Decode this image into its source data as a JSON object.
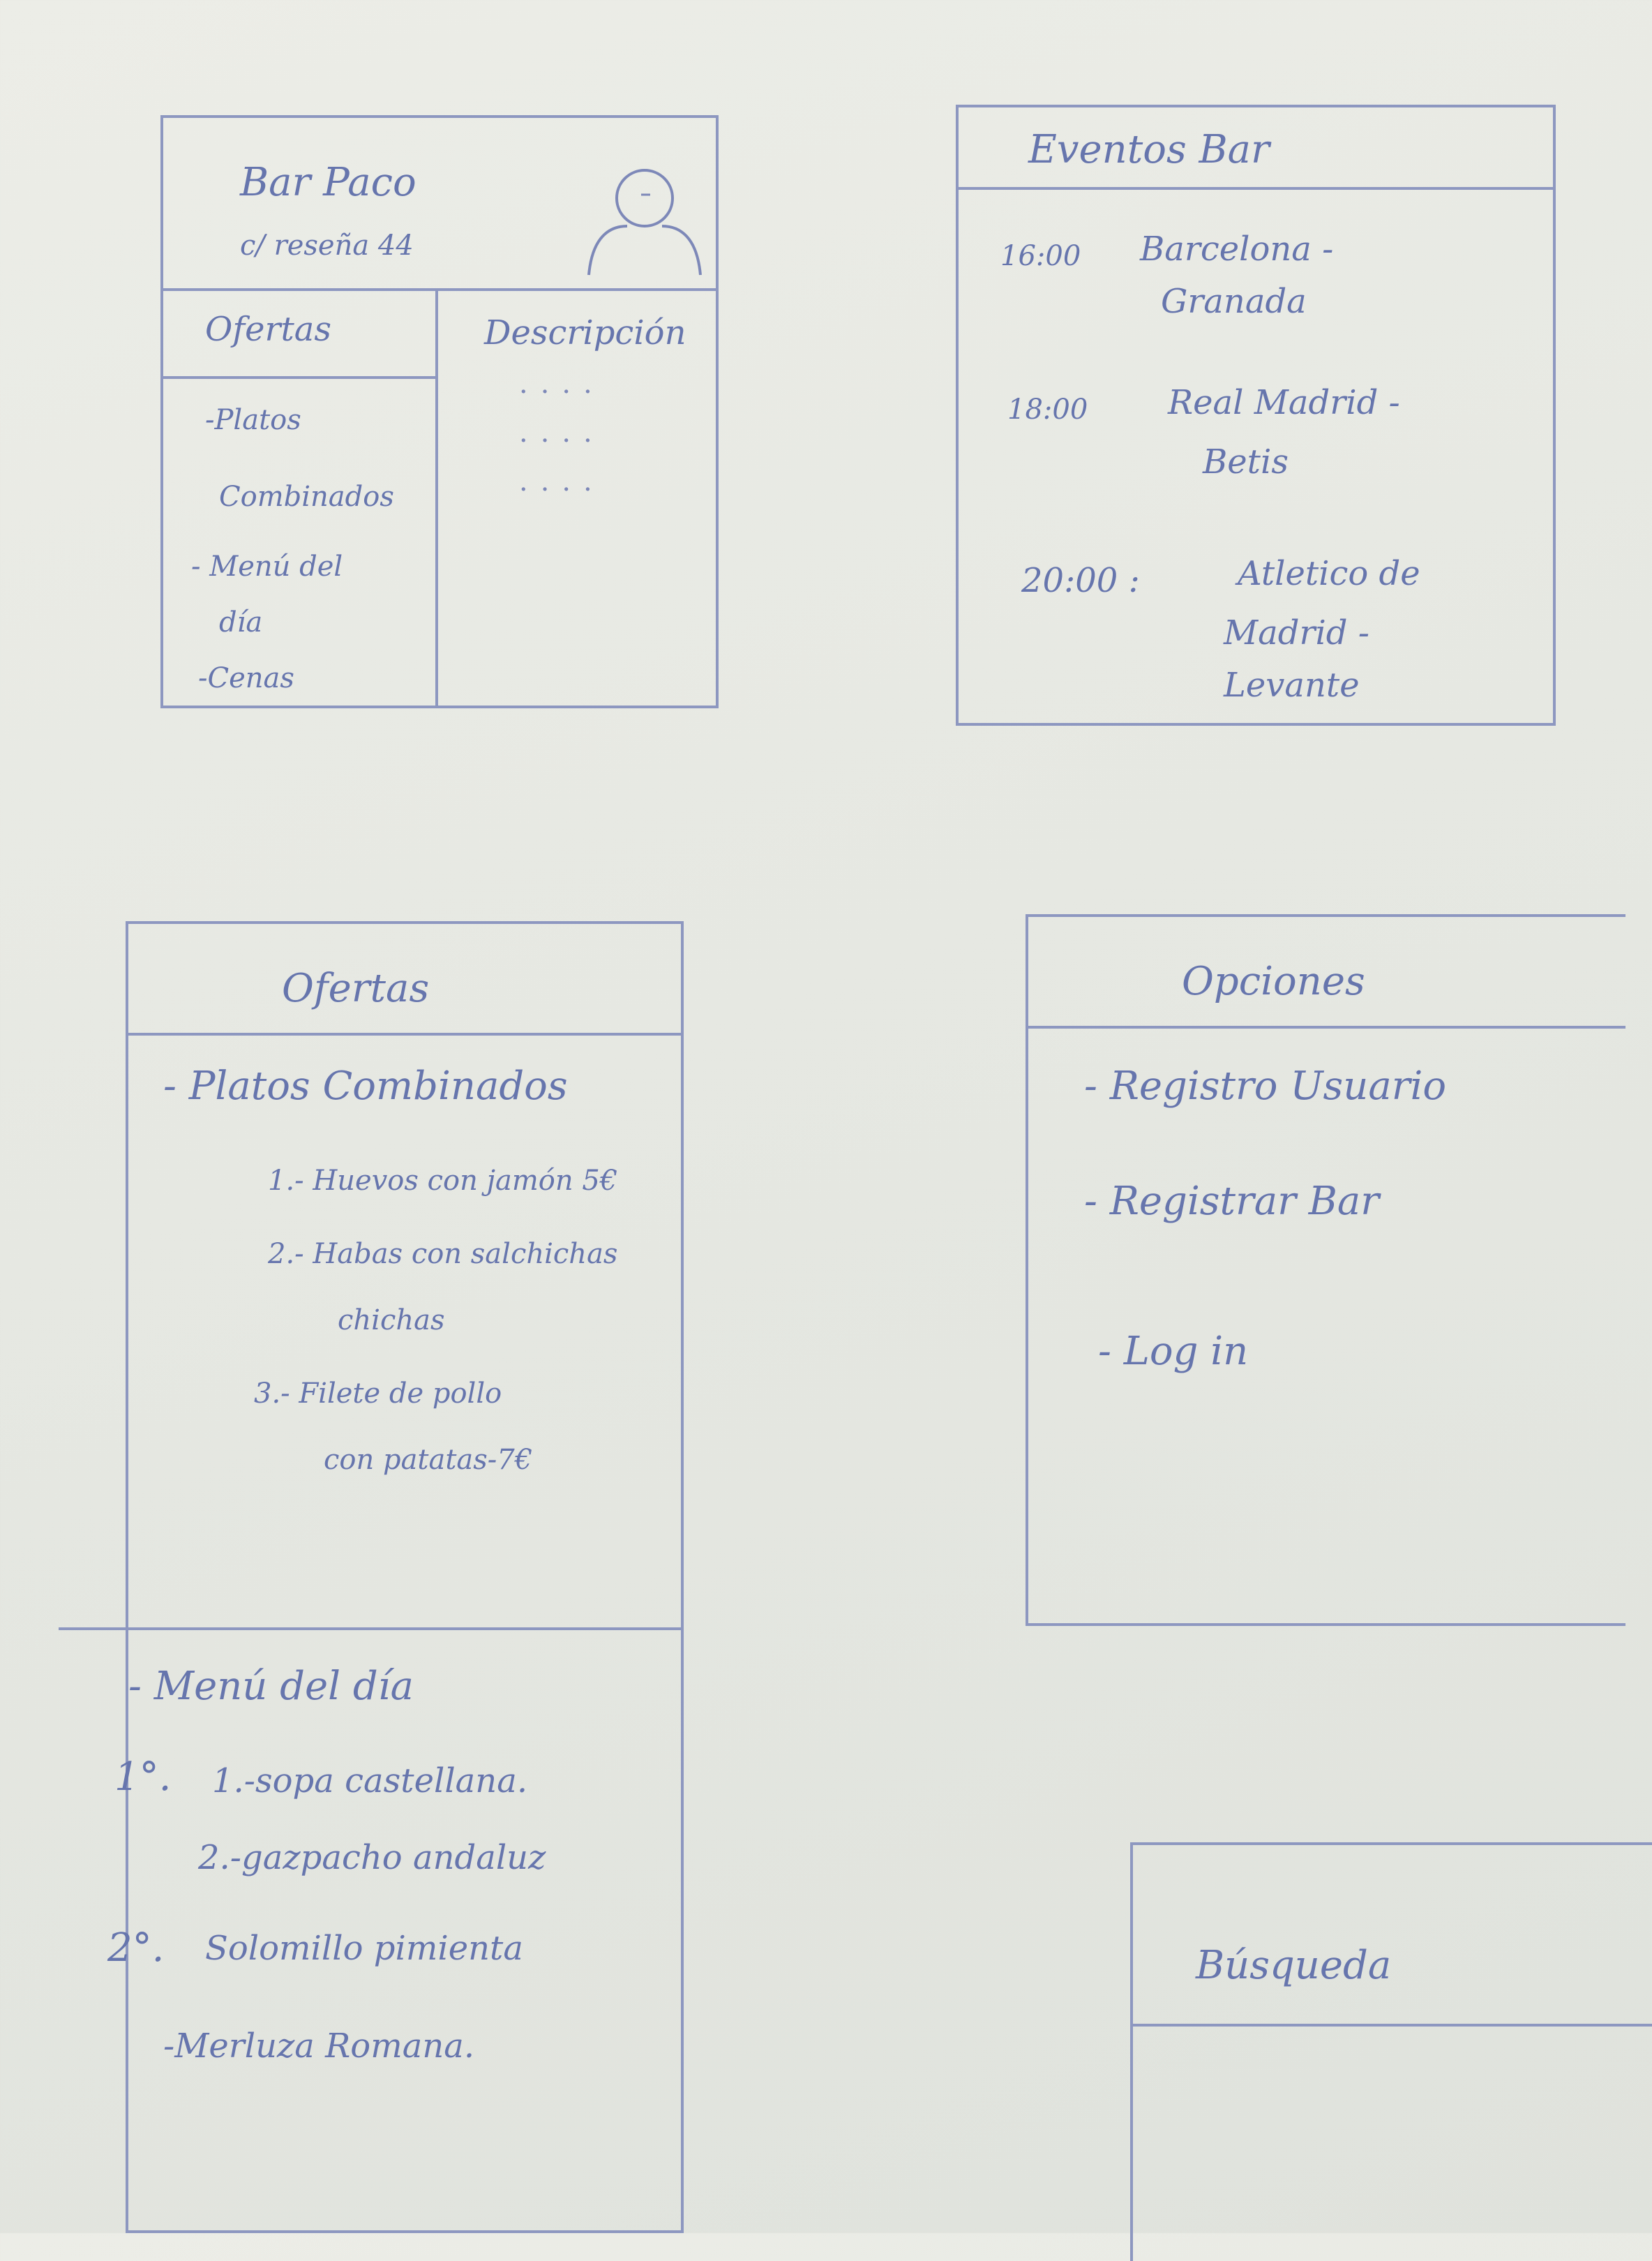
{
  "bar_screen": {
    "title": "Bar Paco",
    "address": "c/ reseña 44",
    "offers_header": "Ofertas",
    "description_header": "Descripción",
    "offer_items": [
      "-Platos",
      "Combinados",
      "- Menú del",
      "día",
      "-Cenas"
    ]
  },
  "events_screen": {
    "title": "Eventos Bar",
    "events": [
      {
        "time": "16:00",
        "line1": "Barcelona -",
        "line2": "Granada"
      },
      {
        "time": "18:00",
        "line1": "Real Madrid -",
        "line2": "Betis"
      },
      {
        "time": "20:00 :",
        "line1": "Atletico de",
        "line2": "Madrid -",
        "line3": "Levante"
      }
    ]
  },
  "offers_screen": {
    "title": "Ofertas",
    "section1": "- Platos Combinados",
    "items1": [
      "1.- Huevos con jamón 5€",
      "2.- Habas con salchichas",
      "chichas",
      "3.- Filete de pollo",
      "con patatas-7€"
    ],
    "section2": "- Menú del día",
    "first_label": "1°.",
    "first_items": [
      "1.-sopa castellana.",
      "2.-gazpacho andaluz"
    ],
    "second_label": "2°.",
    "second_items": [
      "Solomillo pimienta",
      "-Merluza Romana."
    ]
  },
  "options_screen": {
    "title": "Opciones",
    "items": [
      "- Registro Usuario",
      "- Registrar Bar",
      "- Log in"
    ]
  },
  "search_screen": {
    "title": "Búsqueda"
  }
}
